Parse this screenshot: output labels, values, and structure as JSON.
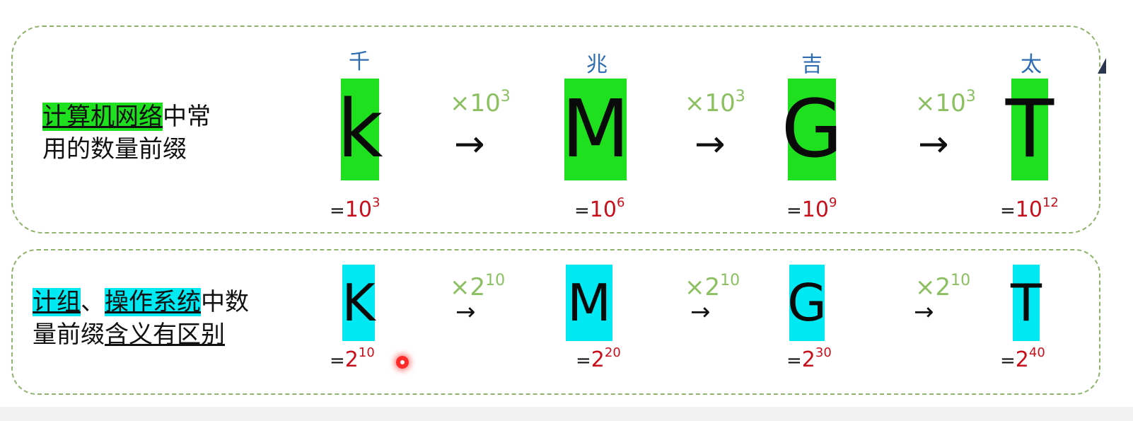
{
  "panel_top": {
    "description": {
      "highlight": "计算机网络",
      "rest_line1": "中常",
      "line2": "用的数量前缀"
    },
    "chinese_names": [
      "千",
      "兆",
      "吉",
      "太"
    ],
    "prefixes": [
      "k",
      "M",
      "G",
      "T"
    ],
    "multiplier": {
      "symbol": "×",
      "base": "10",
      "exp": "3"
    },
    "arrow": "→",
    "values": [
      {
        "eq": "=",
        "base": "10",
        "exp": "3"
      },
      {
        "eq": "=",
        "base": "10",
        "exp": "6"
      },
      {
        "eq": "=",
        "base": "10",
        "exp": "9"
      },
      {
        "eq": "=",
        "base": "10",
        "exp": "12"
      }
    ]
  },
  "panel_bottom": {
    "description": {
      "highlight_a": "计组",
      "sep": "、",
      "highlight_b": "操作系统",
      "rest_line1": "中数",
      "line2_plain": "量前缀",
      "line2_underlined": "含义有区别"
    },
    "prefixes": [
      "K",
      "M",
      "G",
      "T"
    ],
    "multiplier": {
      "symbol": "×",
      "base": "2",
      "exp": "10"
    },
    "arrow": "→",
    "values": [
      {
        "eq": "=",
        "base": "2",
        "exp": "10"
      },
      {
        "eq": "=",
        "base": "2",
        "exp": "20"
      },
      {
        "eq": "=",
        "base": "2",
        "exp": "30"
      },
      {
        "eq": "=",
        "base": "2",
        "exp": "40"
      }
    ]
  },
  "colors": {
    "green_highlight": "#1fe01f",
    "cyan_highlight": "#00e8f2",
    "multiplier_text": "#8bc060",
    "value_red": "#c8101c",
    "chinese_blue": "#2f6db3",
    "dashed_border": "#8fb36b"
  }
}
